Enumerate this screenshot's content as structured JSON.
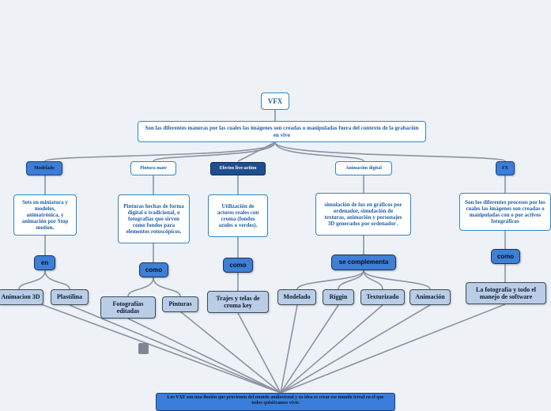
{
  "root": {
    "title": "VFX"
  },
  "definition": "Son las diferentes maneras por las cuales las imágenes son creadas o manipuladas fuera del contexto de la grabación en vivo",
  "branches": [
    {
      "title": "Modelado",
      "description": "Sets en miniatura y modelos, animatrónica, y animación por Stop motion.",
      "connector": "en",
      "items": [
        "Animacion 3D",
        "Plastilina"
      ]
    },
    {
      "title": "Pintura mate",
      "description": "Pinturas hechas de forma digital o tradicional, o fotografías que sirven como fondos para elementos rotoscópicos.",
      "connector": "como",
      "items": [
        "Fotografías editadas",
        "Pinturas"
      ]
    },
    {
      "title": "Efectos live-action",
      "description": "Utilización de actores reales con croma (fondos azules o verdes).",
      "connector": "como",
      "items": [
        "Trajes y telas de croma key"
      ]
    },
    {
      "title": "Animación digital",
      "description": "simulación de luz en gráficos por ordenador, simulación de texturas, animación y personajes 3D generados por ordenador .",
      "connector": "se complementa",
      "items": [
        "Modelado",
        "Riggin",
        "Texturizado",
        "Animación"
      ]
    },
    {
      "title": "FX",
      "description": "Son los diferentes procesos por los cuales las imágenes son creadas o manipuladas con o por activos fotográficos",
      "connector": "como",
      "items": [
        "La fotografía y todo el manejo de software"
      ]
    }
  ],
  "conclusion": "Los VXF son una ilusión que provienen del mundo audiovisual y su idea es crear ese mundo irreal en el que todos quisiéramos vivir."
}
